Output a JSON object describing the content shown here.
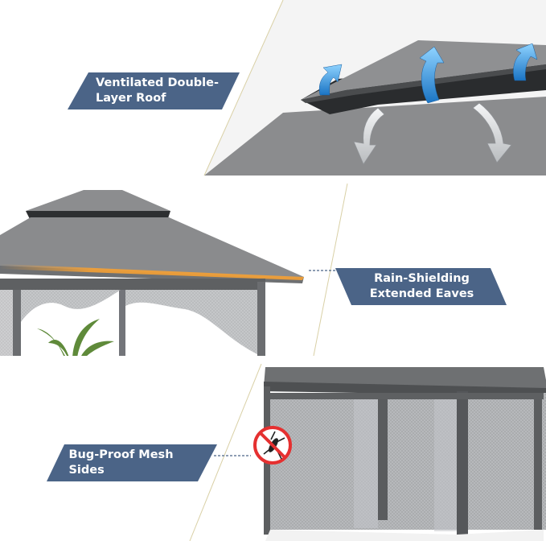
{
  "features": [
    {
      "id": "roof",
      "label": "Ventilated Double-\nLayer Roof"
    },
    {
      "id": "eaves",
      "label": "Rain-Shielding\nExtended Eaves"
    },
    {
      "id": "mesh",
      "label": "Bug-Proof Mesh\nSides"
    }
  ],
  "colors": {
    "label_bg": "#4b6487",
    "canopy": "#7d7e80",
    "canopy_dark": "#3f4143",
    "frame": "#6c6e70",
    "mesh": "#a8aaad",
    "vent_arrow": "#3a9ad9",
    "down_arrow": "#d8dadc",
    "eave_glow": "#f4a034",
    "no_bug_red": "#e53030"
  },
  "icons": [
    "up-arrow-icon",
    "down-arrow-icon",
    "no-mosquito-icon"
  ]
}
